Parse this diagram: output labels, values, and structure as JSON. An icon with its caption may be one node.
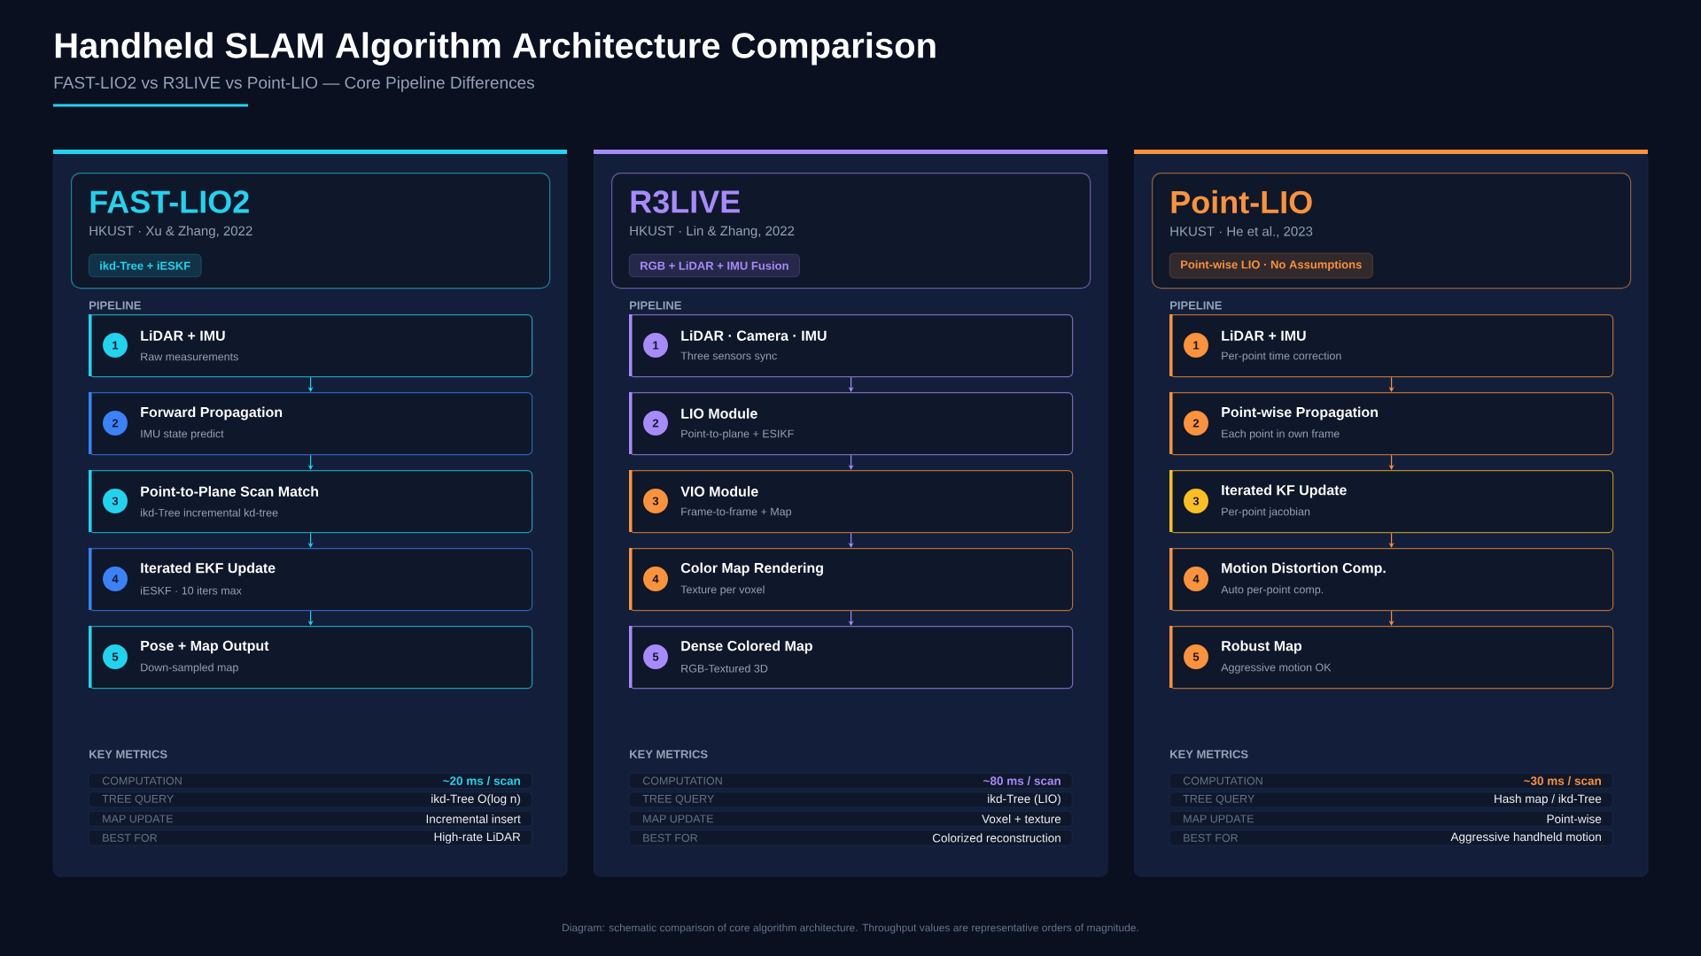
{
  "diagram": {
    "title": "Handheld SLAM Algorithm Architecture Comparison",
    "caption": "Diagram: schematic comparison of core algorithm architecture. Throughput values are representative orders of magnitude.",
    "nodes": [
      {
        "text": [],
        "shape": "box"
      },
      {
        "text": [
          "FAST-LIO2",
          "HKUST · Xu & Zhang, 2022"
        ],
        "in": 0
      },
      {
        "text": [
          "ikd-Tree + iESKF"
        ],
        "in": 1
      },
      {
        "text": [
          "LiDAR + IMU",
          "Raw measurements"
        ],
        "in": 0
      },
      {
        "text": [
          "1"
        ],
        "in": 3
      },
      {
        "text": [
          "Forward Propagation",
          "IMU state predict"
        ],
        "in": 0
      },
      {
        "text": [
          "2"
        ],
        "in": 5
      },
      {
        "text": [
          "Point-to-Plane Scan Match",
          "ikd-Tree incremental kd-tree"
        ],
        "in": 0
      },
      {
        "text": [
          "3"
        ],
        "in": 7
      },
      {
        "text": [
          "Iterated EKF Update",
          "iESKF · 10 iters max"
        ],
        "in": 0
      },
      {
        "text": [
          "4"
        ],
        "in": 9
      },
      {
        "text": [
          "Pose + Map Output",
          "Down-sampled map"
        ],
        "in": 0
      },
      {
        "text": [
          "5"
        ],
        "in": 11
      },
      {
        "text": [
          "COMPUTATION",
          "~20 ms / scan"
        ],
        "in": 0
      },
      {
        "text": [
          "TREE QUERY",
          "ikd-Tree O(log n)"
        ],
        "in": 0
      },
      {
        "text": [
          "MAP UPDATE",
          "Incremental insert"
        ],
        "in": 0
      },
      {
        "text": [
          "BEST FOR",
          "High-rate LiDAR"
        ],
        "in": 0
      },
      {
        "text": [],
        "shape": "box"
      },
      {
        "text": [
          "R3LIVE",
          "HKUST · Lin & Zhang, 2022"
        ],
        "in": 17
      },
      {
        "text": [
          "RGB + LiDAR + IMU Fusion"
        ],
        "in": 18
      },
      {
        "text": [
          "LiDAR · Camera · IMU",
          "Three sensors sync"
        ],
        "in": 17
      },
      {
        "text": [
          "1"
        ],
        "in": 20
      },
      {
        "text": [
          "LIO Module",
          "Point-to-plane + ESIKF"
        ],
        "in": 17
      },
      {
        "text": [
          "2"
        ],
        "in": 22
      },
      {
        "text": [
          "VIO Module",
          "Frame-to-frame + Map"
        ],
        "in": 17
      },
      {
        "text": [
          "3"
        ],
        "in": 24
      },
      {
        "text": [
          "Color Map Rendering",
          "Texture per voxel"
        ],
        "in": 17
      },
      {
        "text": [
          "4"
        ],
        "in": 26
      },
      {
        "text": [
          "Dense Colored Map",
          "RGB-Textured 3D"
        ],
        "in": 17
      },
      {
        "text": [
          "5"
        ],
        "in": 28
      },
      {
        "text": [
          "COMPUTATION",
          "~80 ms / scan"
        ],
        "in": 17
      },
      {
        "text": [
          "TREE QUERY",
          "ikd-Tree (LIO)"
        ],
        "in": 17
      },
      {
        "text": [
          "MAP UPDATE",
          "Voxel + texture"
        ],
        "in": 17
      },
      {
        "text": [
          "BEST FOR",
          "Colorized reconstruction"
        ],
        "in": 17
      },
      {
        "text": [],
        "shape": "box"
      },
      {
        "text": [
          "Point-LIO",
          "HKUST · He et al., 2023"
        ],
        "in": 34
      },
      {
        "text": [
          "Point-wise LIO · No Assumptions"
        ],
        "in": 35
      },
      {
        "text": [
          "LiDAR + IMU",
          "Per-point time correction"
        ],
        "in": 34
      },
      {
        "text": [
          "1"
        ],
        "in": 37
      },
      {
        "text": [
          "Point-wise Propagation",
          "Each point in own frame"
        ],
        "in": 34
      },
      {
        "text": [
          "2"
        ],
        "in": 39
      },
      {
        "text": [
          "Iterated KF Update",
          "Per-point jacobian"
        ],
        "in": 34
      },
      {
        "text": [
          "3"
        ],
        "in": 41
      },
      {
        "text": [
          "Motion Distortion Comp.",
          "Auto per-point comp."
        ],
        "in": 34
      },
      {
        "text": [
          "4"
        ],
        "in": 43
      },
      {
        "text": [
          "Robust Map",
          "Aggressive motion OK"
        ],
        "in": 34
      },
      {
        "text": [
          "5"
        ],
        "in": 45
      },
      {
        "text": [
          "COMPUTATION",
          "~30 ms / scan"
        ],
        "in": 34
      },
      {
        "text": [
          "TREE QUERY",
          "Hash map / ikd-Tree"
        ],
        "in": 34
      },
      {
        "text": [
          "MAP UPDATE",
          "Point-wise"
        ],
        "in": 34
      },
      {
        "text": [
          "BEST FOR",
          "Aggressive handheld motion"
        ],
        "in": 34
      }
    ],
    "edges": [
      {
        "from": 3,
        "to": 5,
        "arrow": "to",
        "color": "#22d3ee"
      },
      {
        "from": 5,
        "to": 7,
        "arrow": "to",
        "color": "#22d3ee"
      },
      {
        "from": 7,
        "to": 9,
        "arrow": "to",
        "color": "#22d3ee"
      },
      {
        "from": 9,
        "to": 11,
        "arrow": "to",
        "color": "#22d3ee"
      },
      {
        "from": 20,
        "to": 22,
        "arrow": "to",
        "color": "#a78bfa"
      },
      {
        "from": 22,
        "to": 24,
        "arrow": "to",
        "color": "#a78bfa"
      },
      {
        "from": 24,
        "to": 26,
        "arrow": "to",
        "color": "#a78bfa"
      },
      {
        "from": 26,
        "to": 28,
        "arrow": "to",
        "color": "#a78bfa"
      },
      {
        "from": 37,
        "to": 39,
        "arrow": "to",
        "color": "#fb923c"
      },
      {
        "from": 39,
        "to": 41,
        "arrow": "to",
        "color": "#fb923c"
      },
      {
        "from": 41,
        "to": 43,
        "arrow": "to",
        "color": "#fb923c"
      },
      {
        "from": 43,
        "to": 45,
        "arrow": "to",
        "color": "#fb923c"
      }
    ],
    "labels": [
      "FAST-LIO2  vs  R3LIVE  vs  Point-LIO  —  Core Pipeline Differences",
      "PIPELINE",
      "PIPELINE",
      "PIPELINE",
      "KEY METRICS",
      "KEY METRICS",
      "KEY METRICS"
    ]
  }
}
